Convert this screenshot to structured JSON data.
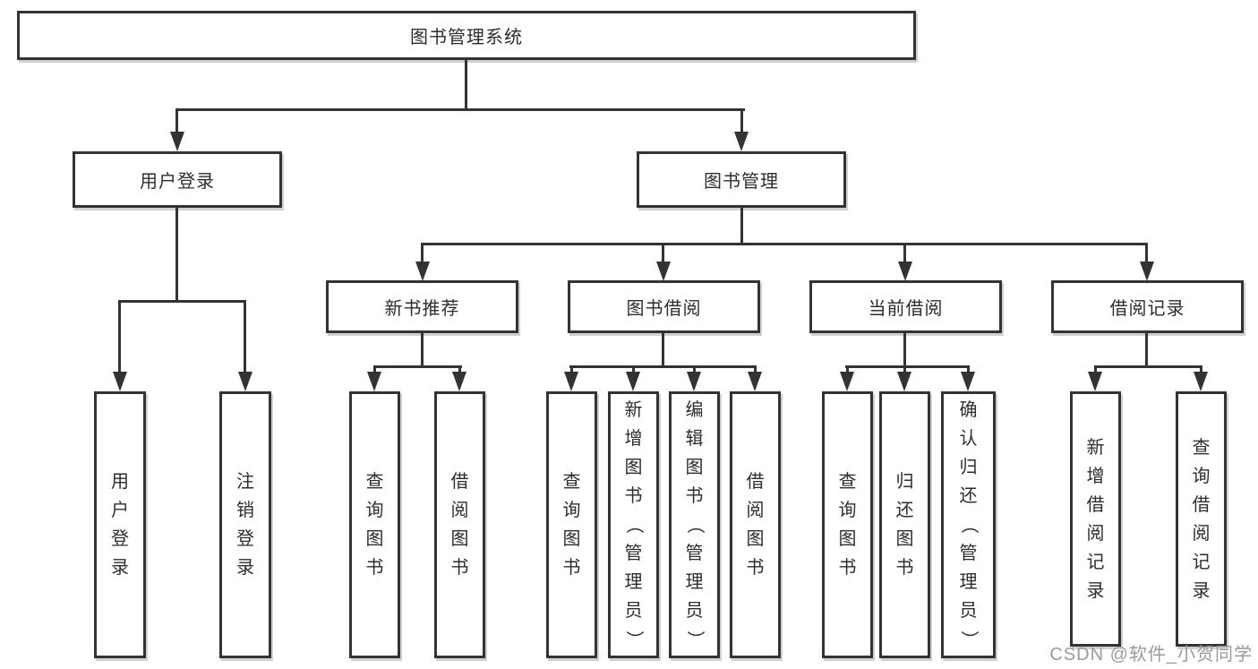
{
  "diagram": {
    "root": {
      "label": "图书管理系统"
    },
    "level2": {
      "user_login": {
        "label": "用户登录"
      },
      "book_management": {
        "label": "图书管理"
      }
    },
    "level3": {
      "new_book_recommend": {
        "label": "新书推荐"
      },
      "book_borrowing": {
        "label": "图书借阅"
      },
      "current_borrowing": {
        "label": "当前借阅"
      },
      "borrowing_records": {
        "label": "借阅记录"
      }
    },
    "leaves": {
      "user_login": "用户登录",
      "logout": "注销登录",
      "recommend_query_book": "查询图书",
      "recommend_borrow_book": "借阅图书",
      "borrowing_query_book": "查询图书",
      "borrowing_add_book": "新增图书（管理员）",
      "borrowing_edit_book": "编辑图书（管理员）",
      "borrowing_borrow_book": "借阅图书",
      "current_query_book": "查询图书",
      "current_return_book": "归还图书",
      "current_confirm_return": "确认归还（管理员）",
      "records_add_record": "新增借阅记录",
      "records_query_record": "查询借阅记录"
    }
  },
  "watermark": {
    "text": "CSDN @软件_小贺同学"
  },
  "colors": {
    "line": "#333333",
    "text": "#2d2d2d",
    "watermark": "#9b9b9b",
    "background": "#ffffff"
  }
}
